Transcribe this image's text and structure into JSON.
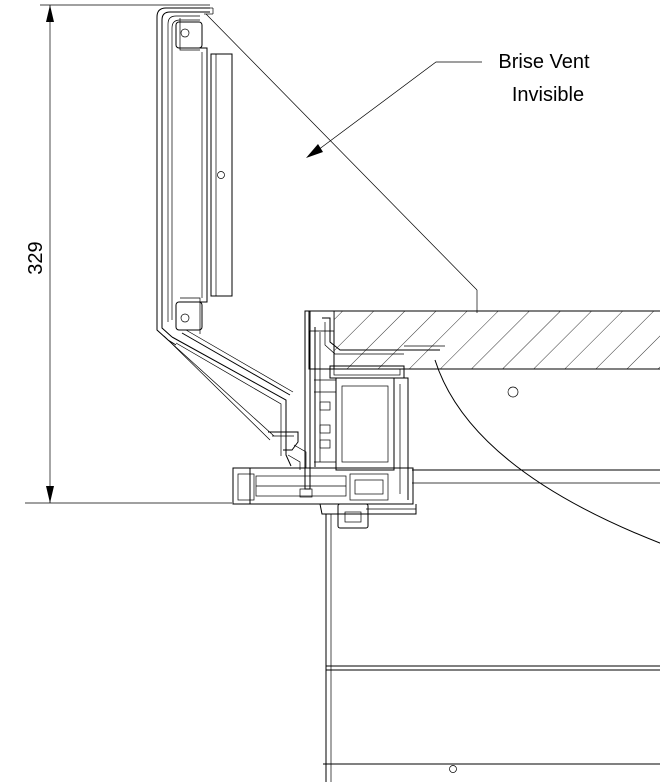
{
  "dimension": {
    "value": "329"
  },
  "callout": {
    "line1": "Brise Vent",
    "line2": "Invisible"
  }
}
